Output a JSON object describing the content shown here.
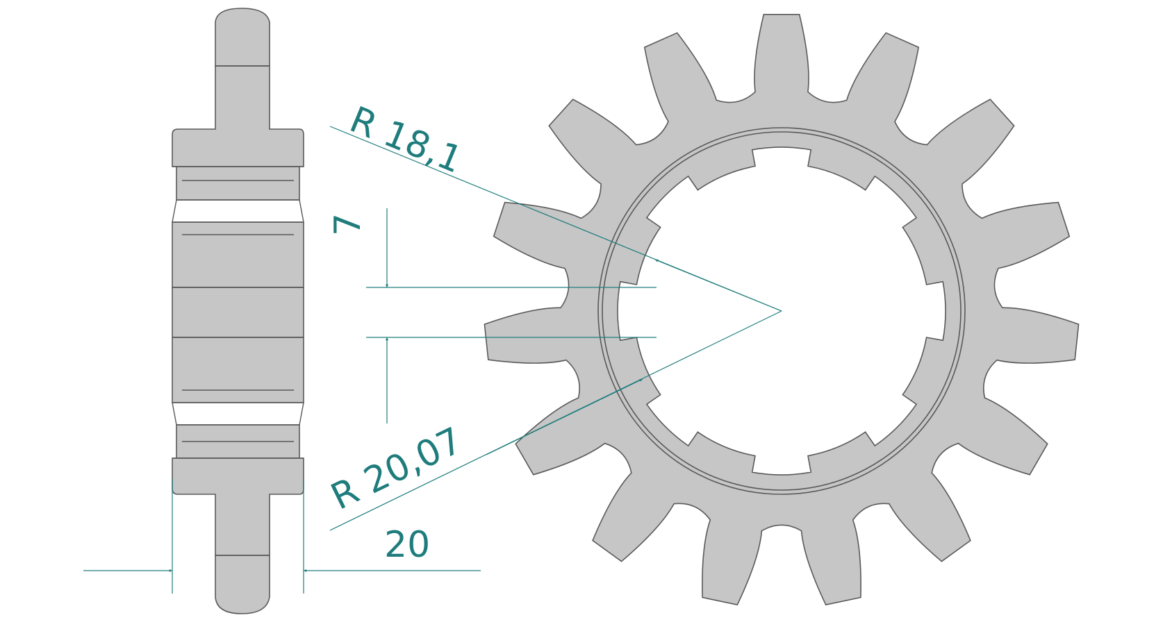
{
  "drawing": {
    "part": "front-sprocket",
    "teeth": 15,
    "colors": {
      "body_fill": "#c6c6c6",
      "body_stroke": "#595959",
      "dimension": "#1f7c7c",
      "background": "#ffffff"
    },
    "dimensions": {
      "radius_outer_label": "R 18,1",
      "radius_inner_label": "R 20,07",
      "offset_label": "7",
      "width_label": "20"
    }
  }
}
